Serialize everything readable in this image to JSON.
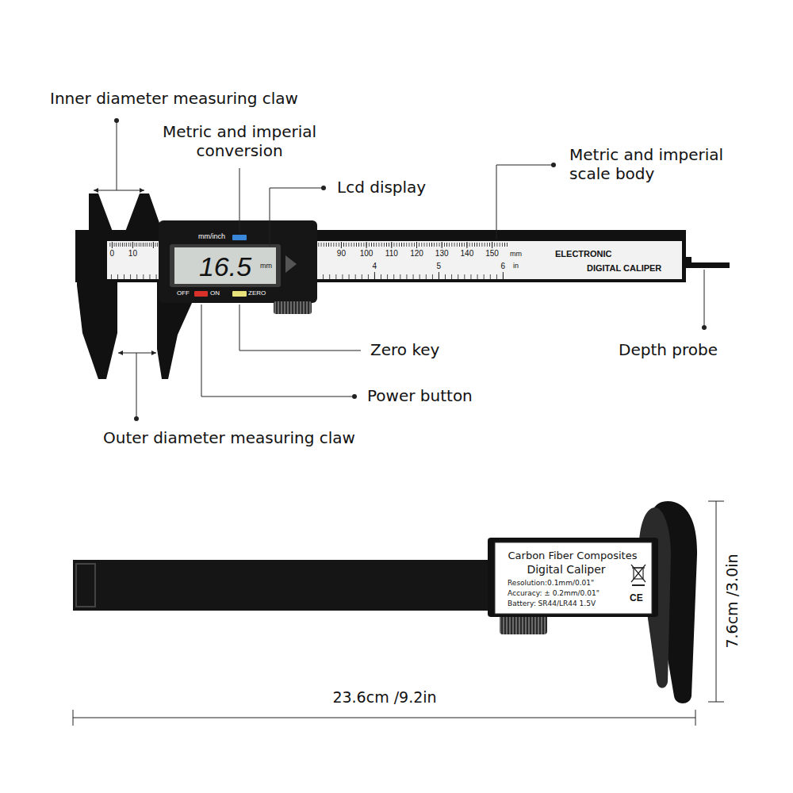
{
  "diagram": {
    "labels": [
      "Inner diameter measuring claw",
      "Metric and imperial conversion",
      "Lcd display",
      "Metric and imperial scale body",
      "Zero key",
      "Depth probe",
      "Power button",
      "Outer diameter measuring claw",
      "mm/inch",
      "16.5",
      "mm",
      "OFF",
      "ON",
      "ZERO",
      "0",
      "10",
      "90",
      "100",
      "110",
      "120",
      "130",
      "140",
      "150",
      "mm",
      "in",
      "4",
      "5",
      "6",
      "ELECTRONIC",
      "DIGITAL CALIPER",
      "Carbon Fiber Composites",
      "Digital Caliper",
      "Resolution:0.1mm/0.01\"",
      "Accuracy: ± 0.2mm/0.01\"",
      "Battery: SR44/LR44 1.5V",
      "CE",
      "23.6cm /9.2in",
      "7.6cm /3.0in"
    ]
  }
}
